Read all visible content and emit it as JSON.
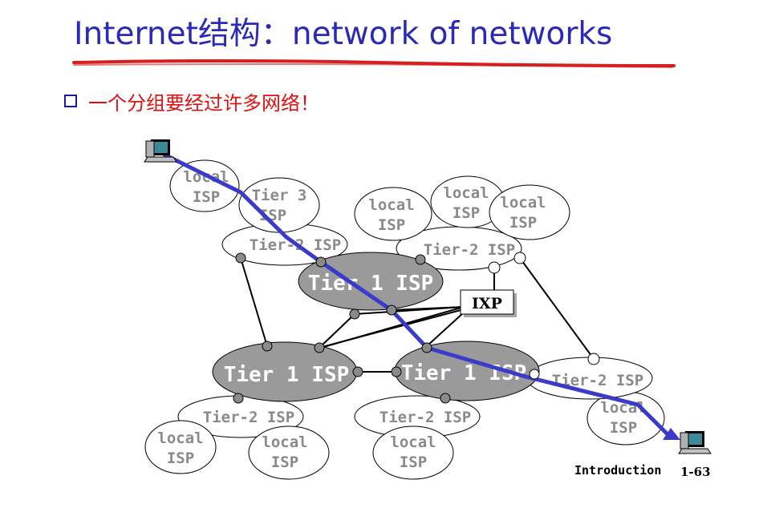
{
  "slide": {
    "title": "Internet结构：network of networks",
    "bullet": "一个分组要经过许多网络！",
    "footer_label": "Introduction",
    "page_number": "1-63"
  },
  "colors": {
    "title": "#2a2ab8",
    "underline": "#d42020",
    "bullet_text": "#e01010",
    "path": "#3a3acc",
    "tier1_fill": "#9a9a9a",
    "ellipse_label": "#8a8a8a"
  },
  "diagram": {
    "labels": {
      "local_isp_top_left": [
        "local",
        "ISP"
      ],
      "tier3": [
        "Tier 3",
        "ISP"
      ],
      "local_isp_top_1": [
        "local",
        "ISP"
      ],
      "local_isp_top_2": [
        "local",
        "ISP"
      ],
      "local_isp_top_3": [
        "local",
        "ISP"
      ],
      "tier2_top_left": "Tier-2 ISP",
      "tier2_top_right": "Tier-2 ISP",
      "tier1_top": "Tier 1 ISP",
      "ixp": "IXP",
      "tier1_left": "Tier 1 ISP",
      "tier1_right": "Tier 1 ISP",
      "tier2_right": "Tier-2 ISP",
      "local_isp_right": [
        "local",
        "ISP"
      ],
      "tier2_bottom_left": "Tier-2 ISP",
      "tier2_bottom_mid": "Tier-2 ISP",
      "local_isp_bottom_1": [
        "local",
        "ISP"
      ],
      "local_isp_bottom_2": [
        "local",
        "ISP"
      ],
      "local_isp_bottom_3": [
        "local",
        "ISP"
      ]
    },
    "icons": [
      "computer-icon",
      "computer-icon"
    ]
  }
}
